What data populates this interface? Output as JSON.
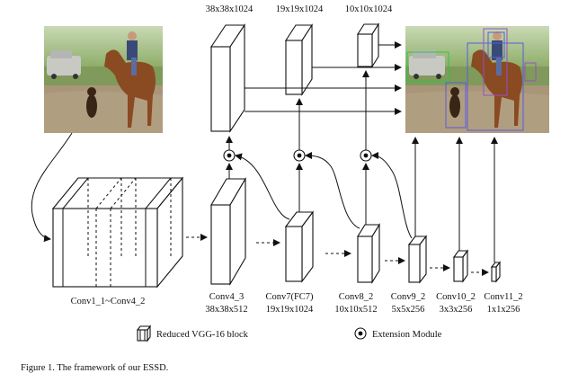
{
  "top_labels": [
    "38x38x1024",
    "19x19x1024",
    "10x10x1024"
  ],
  "layers": [
    {
      "name": "Conv1_1~Conv4_2",
      "dims": ""
    },
    {
      "name": "Conv4_3",
      "dims": "38x38x512"
    },
    {
      "name": "Conv7(FC7)",
      "dims": "19x19x1024"
    },
    {
      "name": "Conv8_2",
      "dims": "10x10x512"
    },
    {
      "name": "Conv9_2",
      "dims": "5x5x256"
    },
    {
      "name": "Conv10_2",
      "dims": "3x3x256"
    },
    {
      "name": "Conv11_2",
      "dims": "1x1x256"
    }
  ],
  "legend": {
    "vgg_label": "Reduced VGG-16 block",
    "extension_label": "Extension Module"
  },
  "caption": "Figure 1. The framework of our ESSD.",
  "colors": {
    "detection_box_blue": "#5a5ae0",
    "detection_box_purple": "#9a4ec8",
    "detection_box_green": "#33c24a"
  }
}
